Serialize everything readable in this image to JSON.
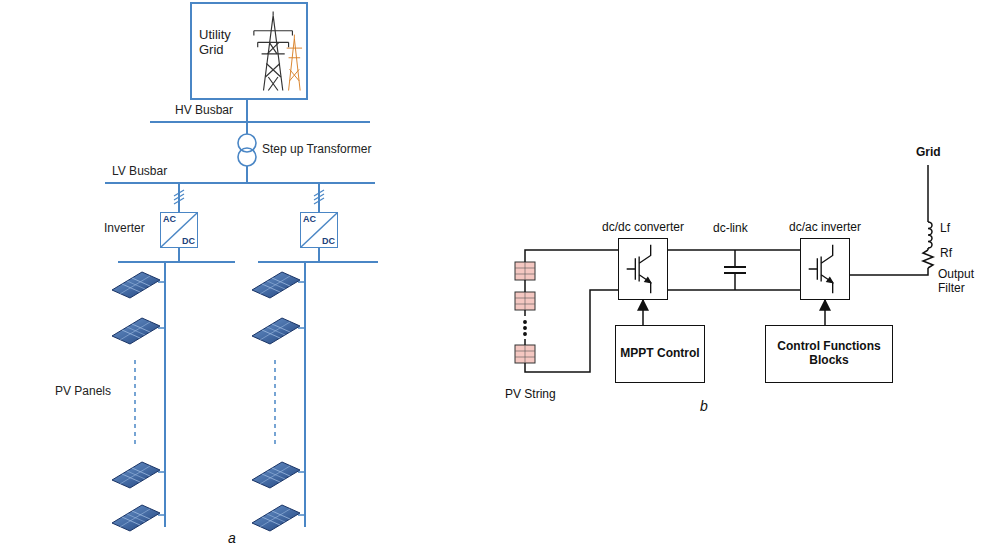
{
  "diagram": {
    "nodes": [
      {
        "text": [
          "Utility Grid"
        ]
      },
      {
        "text": [
          "AC",
          "DC"
        ]
      },
      {
        "text": [
          "AC",
          "DC"
        ]
      },
      {
        "text": [
          "dc/dc converter"
        ]
      },
      {
        "text": [
          "MPPT Control"
        ]
      },
      {
        "text": [
          "dc/ac inverter"
        ]
      },
      {
        "text": [
          "Control Functions Blocks"
        ]
      }
    ],
    "edges": [
      {
        "from": 4,
        "to": 3,
        "arrow": "to"
      },
      {
        "from": 6,
        "to": 5,
        "arrow": "to"
      },
      {
        "from": 3,
        "to": 5,
        "arrow": "none"
      }
    ],
    "labels": [
      "HV Busbar",
      "Step up Transformer",
      "LV Busbar",
      "Inverter",
      "PV Panels",
      "a",
      "PV String",
      "dc-link",
      "Grid",
      "Lf",
      "Rf",
      "Output Filter",
      "b"
    ]
  }
}
